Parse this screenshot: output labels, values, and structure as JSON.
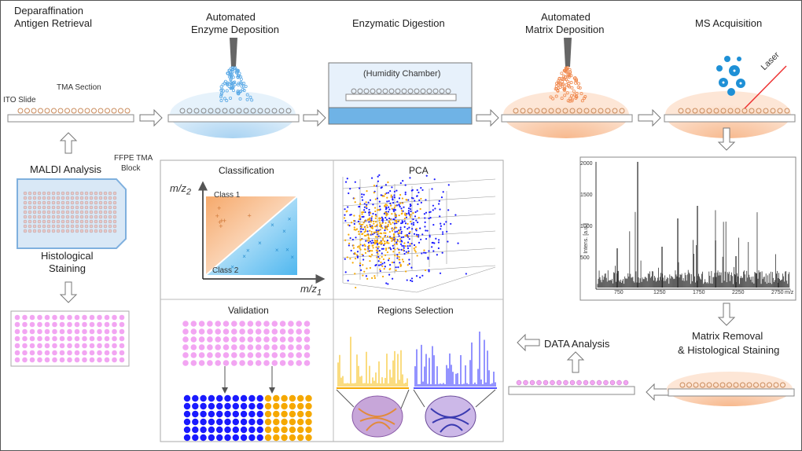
{
  "steps": {
    "deparaffination_l1": "Deparaffination",
    "deparaffination_l2": "Antigen Retrieval",
    "enzyme_l1": "Automated",
    "enzyme_l2": "Enzyme Deposition",
    "digestion": "Enzymatic Digestion",
    "matrix_l1": "Automated",
    "matrix_l2": "Matrix Deposition",
    "ms": "MS Acquisition",
    "removal_l1": "Matrix Removal",
    "removal_l2": "& Histological Staining",
    "data": "DATA Analysis",
    "maldi": "MALDI Analysis",
    "histo_l1": "Histological",
    "histo_l2": "Staining"
  },
  "labels": {
    "ito": "ITO Slide",
    "tma_section": "TMA Section",
    "ffpe_l1": "FFPE TMA",
    "ffpe_l2": "Block",
    "humidity": "(Humidity Chamber)",
    "laser": "Laser"
  },
  "panels": {
    "classification": "Classification",
    "pca": "PCA",
    "validation": "Validation",
    "regions": "Regions Selection",
    "class1": "Class 1",
    "class2": "Class 2",
    "mz2": "m/z",
    "mz2_sub": "2",
    "mz1": "m/z",
    "mz1_sub": "1"
  },
  "spectrum": {
    "y_ticks": [
      "2000",
      "1500",
      "1000",
      "500"
    ],
    "x_ticks": [
      "750",
      "1250",
      "1750",
      "2250",
      "2750"
    ],
    "x_unit": "m/z",
    "y_label": "Intens. [a.u.]"
  },
  "colors": {
    "enzyme": "#5aa9e6",
    "matrix": "#f08a50",
    "pink": "#f2a5f2",
    "blue_series": "#1a1aff",
    "orange_series": "#f5a800"
  }
}
